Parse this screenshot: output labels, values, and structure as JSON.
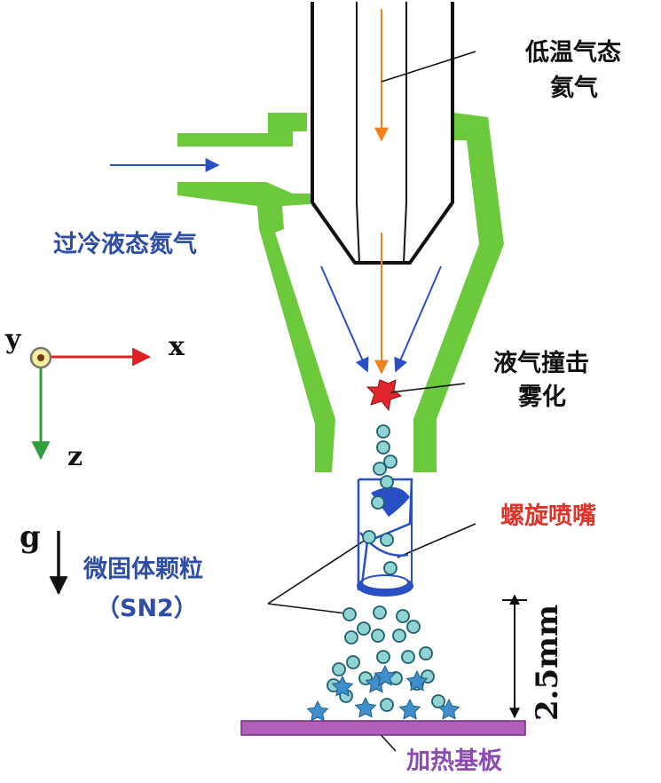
{
  "labels": {
    "cold_gas_line1": "低温气态",
    "cold_gas_line2": "氦气",
    "supercooled_liquid": "过冷液态氮气",
    "impact_line1": "液气撞击",
    "impact_line2": "雾化",
    "spiral_nozzle": "螺旋喷嘴",
    "particles_line1": "微固体颗粒",
    "particles_line2": "（SN2）",
    "heated_substrate": "加热基板",
    "distance": "2.5mm"
  },
  "axes": {
    "x": "x",
    "y": "y",
    "z": "z",
    "gravity": "g"
  },
  "colors": {
    "body_green": "#6cc93c",
    "gas_arrow_orange": "#f0821e",
    "liquid_arrow_blue": "#2a4fc4",
    "label_blue": "#2e4ea6",
    "label_red": "#e0342a",
    "label_purple": "#8b4cad",
    "substrate_purple": "#b060b8",
    "droplet_teal": "#8fd3d3",
    "crystal_blue": "#3f8fcc",
    "impact_red": "#e3262d",
    "axis_red": "#e02020",
    "axis_green": "#2f9e3c"
  }
}
